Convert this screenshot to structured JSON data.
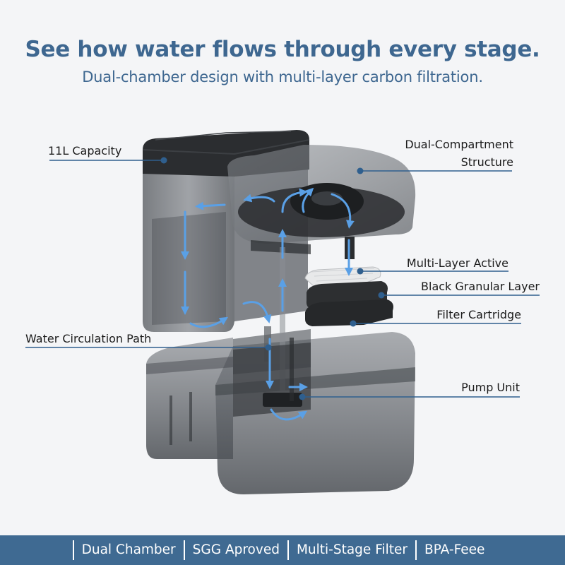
{
  "header": {
    "title": "See how water flows through every stage.",
    "subtitle": "Dual-chamber design with multi-layer carbon filtration."
  },
  "callouts": {
    "capacity": "11L Capacity",
    "dual_compartment_line1": "Dual-Compartment",
    "dual_compartment_line2": "Structure",
    "multi_layer": "Multi-Layer Active",
    "black_granular": "Black Granular Layer",
    "filter_cartridge": "Filter Cartridge",
    "circulation": "Water Circulation Path",
    "pump": "Pump Unit"
  },
  "features": [
    "Dual Chamber",
    "SGG Aproved",
    "Multi-Stage Filter",
    "BPA-Feee"
  ],
  "colors": {
    "heading": "#3e6790",
    "footer_bg": "#3f6a92",
    "flow_arrow": "#5aa0e6",
    "leader_line": "#2f5f8e",
    "tank_tint": "#5f6369"
  }
}
